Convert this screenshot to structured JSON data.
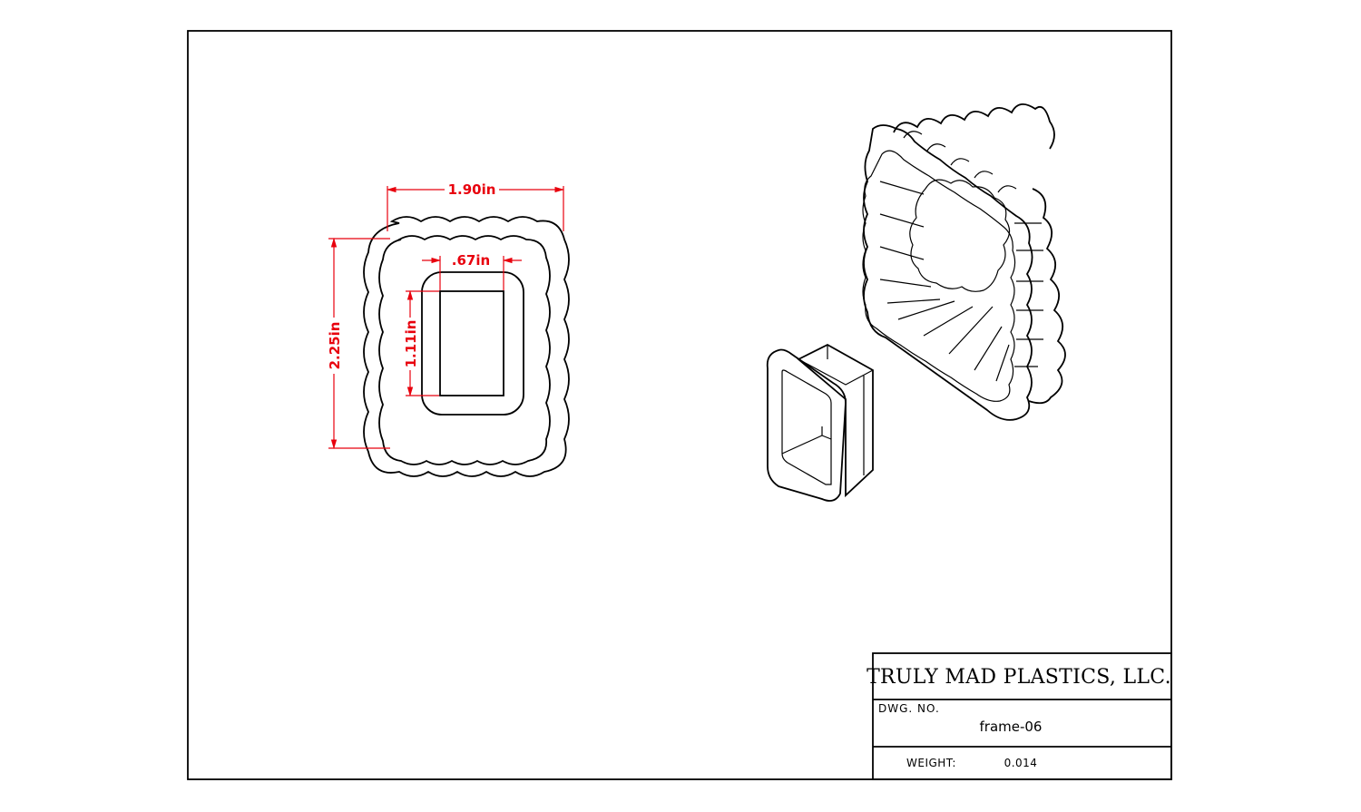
{
  "drawing": {
    "dimensions": {
      "outer_width": "1.90in",
      "inner_width": ".67in",
      "outer_height": "2.25in",
      "inner_height": "1.11in"
    }
  },
  "title_block": {
    "company": "TRULY MAD PLASTICS, LLC.",
    "dwg_no_label": "DWG. NO.",
    "dwg_no_value": "frame-06",
    "weight_label": "WEIGHT:",
    "weight_value": "0.014"
  },
  "colors": {
    "dimension": "#e8000d",
    "lines": "#000000"
  }
}
